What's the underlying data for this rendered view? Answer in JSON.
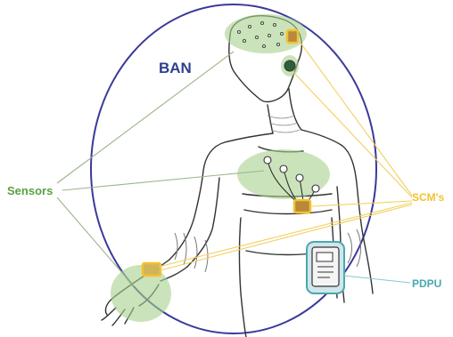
{
  "labels": {
    "ban": "BAN",
    "sensors": "Sensors",
    "scms": "SCM's",
    "pdpu": "PDPU"
  },
  "colors": {
    "ban_boundary": "#3a3a9a",
    "ban_text": "#2f3f8f",
    "sensor_green": "#5aa040",
    "sensor_zone_fill": "#a8d08d",
    "scm_yellow": "#f2c230",
    "pdpu_teal": "#4aa7b0",
    "sketch_line": "#333333"
  }
}
